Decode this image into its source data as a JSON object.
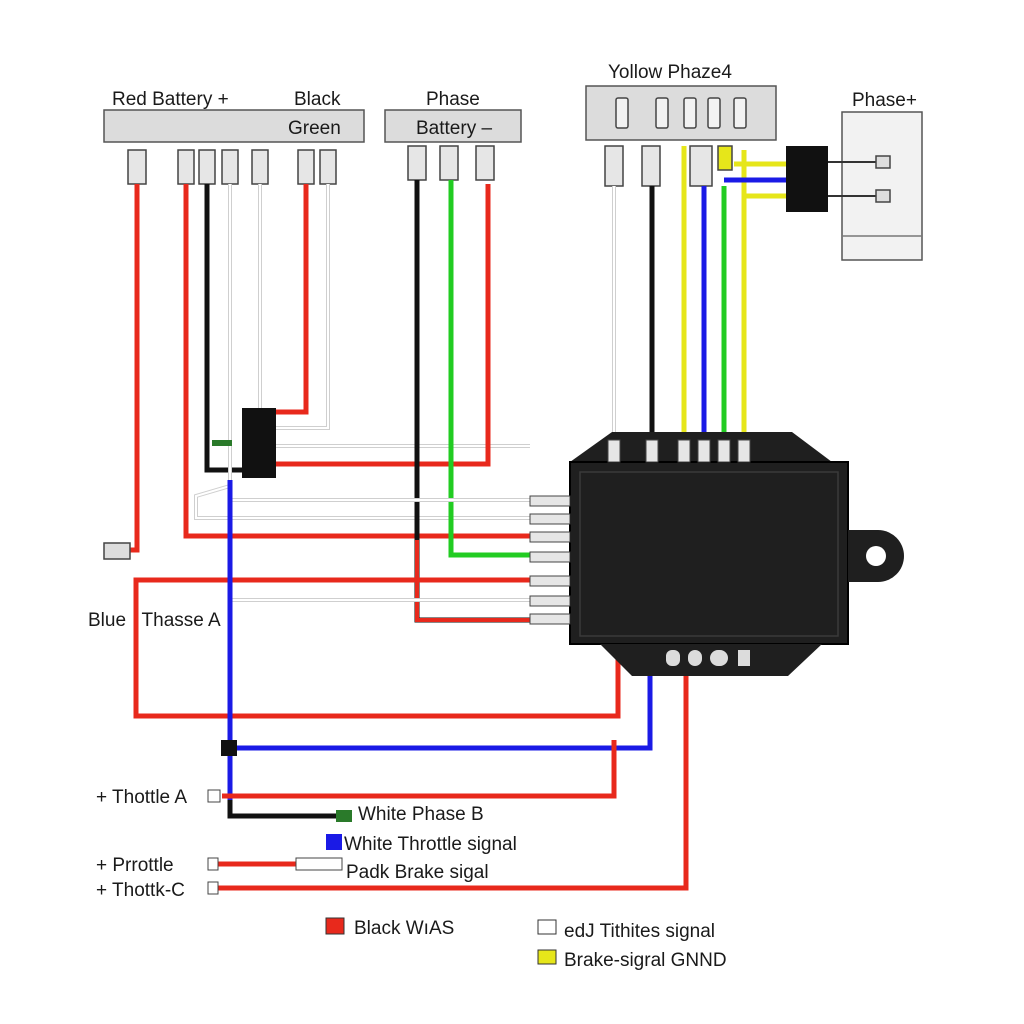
{
  "labels": {
    "red_battery": "Red Battery +",
    "black": "Black",
    "green": "Green",
    "phase_top": "Phase",
    "battery_minus": "Battery –",
    "yellow_phase": "Yollow Phaze4",
    "phase_plus": "Phase+",
    "blue_phase_a": "Blue   Thasse A",
    "throttle_a": "+ Thottle A",
    "white_phase_b": "White Phase B",
    "white_throttle_signal": "White Throttle signal",
    "prrottle": "+ Prrottle",
    "padk_brake": "Padk Brake sigal",
    "throttk_c": "+ Thottk-C",
    "black_w_ias": "Black WıAS",
    "edj_tithites": "edJ Tithites signal",
    "brake_signal_gnd": "Brake-sigral GNND"
  },
  "colors": {
    "red": "#e8291c",
    "black": "#111111",
    "green": "#22cc22",
    "blue": "#1a1ae6",
    "yellow": "#e6e61a",
    "white": "#ffffff",
    "connector": "#e0e0e0",
    "controller": "#1f1f1f"
  }
}
